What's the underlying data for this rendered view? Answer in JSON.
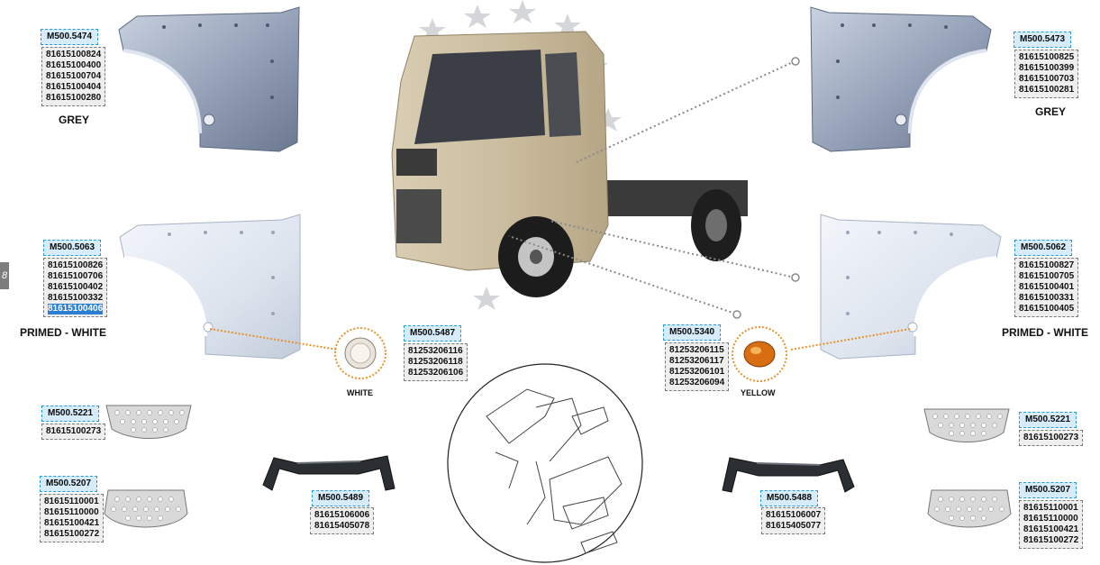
{
  "page_marker": "8",
  "parts": {
    "grey_left": {
      "code": "M500.5474",
      "refs": [
        "81615100824",
        "81615100400",
        "81615100704",
        "81615100404",
        "81615100280"
      ],
      "label": "GREY"
    },
    "grey_right": {
      "code": "M500.5473",
      "refs": [
        "81615100825",
        "81615100399",
        "81615100703",
        "81615100281"
      ],
      "label": "GREY"
    },
    "primed_left": {
      "code": "M500.5063",
      "refs": [
        "81615100826",
        "81615100706",
        "81615100402",
        "81615100332",
        "81615100406"
      ],
      "label": "PRIMED - WHITE",
      "highlighted_ref": "81615100406"
    },
    "primed_right": {
      "code": "M500.5062",
      "refs": [
        "81615100827",
        "81615100705",
        "81615100401",
        "81615100331",
        "81615100405"
      ],
      "label": "PRIMED - WHITE"
    },
    "lamp_white": {
      "code": "M500.5487",
      "refs": [
        "81253206116",
        "81253206118",
        "81253206106"
      ],
      "label": "WHITE"
    },
    "lamp_yellow": {
      "code": "M500.5340",
      "refs": [
        "81253206115",
        "81253206117",
        "81253206101",
        "81253206094"
      ],
      "label": "YELLOW"
    },
    "step_top_left": {
      "code": "M500.5221",
      "refs": [
        "81615100273"
      ]
    },
    "step_top_right": {
      "code": "M500.5221",
      "refs": [
        "81615100273"
      ]
    },
    "step_bottom_left": {
      "code": "M500.5207",
      "refs": [
        "81615110001",
        "81615110000",
        "81615100421",
        "81615100272"
      ]
    },
    "step_bottom_right": {
      "code": "M500.5207",
      "refs": [
        "81615110001",
        "81615110000",
        "81615100421",
        "81615100272"
      ]
    },
    "bracket_left": {
      "code": "M500.5489",
      "refs": [
        "81615106006",
        "81615405078"
      ]
    },
    "bracket_right": {
      "code": "M500.5488",
      "refs": [
        "81615106007",
        "81615405077"
      ]
    }
  },
  "colors": {
    "code_bg": "#d6ecfb",
    "code_border": "#2d9bd6",
    "highlight": "#2c7ed3",
    "leader_orange": "#e8912d",
    "leader_grey": "#8a8a8a"
  }
}
